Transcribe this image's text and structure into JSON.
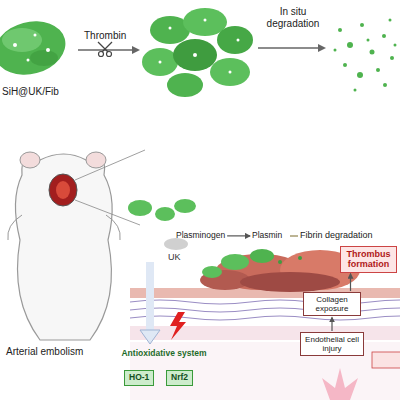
{
  "diagram": {
    "nodes": [
      {
        "text": [
          "Plasminogen"
        ]
      },
      {
        "text": [
          "Plasmin"
        ]
      },
      {
        "text": [
          "Thrombus formation"
        ]
      },
      {
        "text": [
          "Collagen exposure"
        ]
      },
      {
        "text": [
          "Endothelial cell injury"
        ]
      },
      {
        "text": [
          "Antioxidative system"
        ]
      },
      {
        "text": [
          "HO-1"
        ],
        "in": 5
      },
      {
        "text": [
          "Nrf2"
        ],
        "in": 5
      }
    ],
    "edges": [
      {
        "from": 0,
        "to": 1,
        "arrow": "to"
      },
      {
        "from": 4,
        "to": 3,
        "arrow": "to"
      },
      {
        "from": 3,
        "to": 2,
        "arrow": "to"
      }
    ],
    "labels": [
      "SiH@UK/Fib",
      "Thrombin",
      "In situ degradation",
      "UK",
      "Fibrin degradation",
      "Arterial embolism"
    ]
  }
}
